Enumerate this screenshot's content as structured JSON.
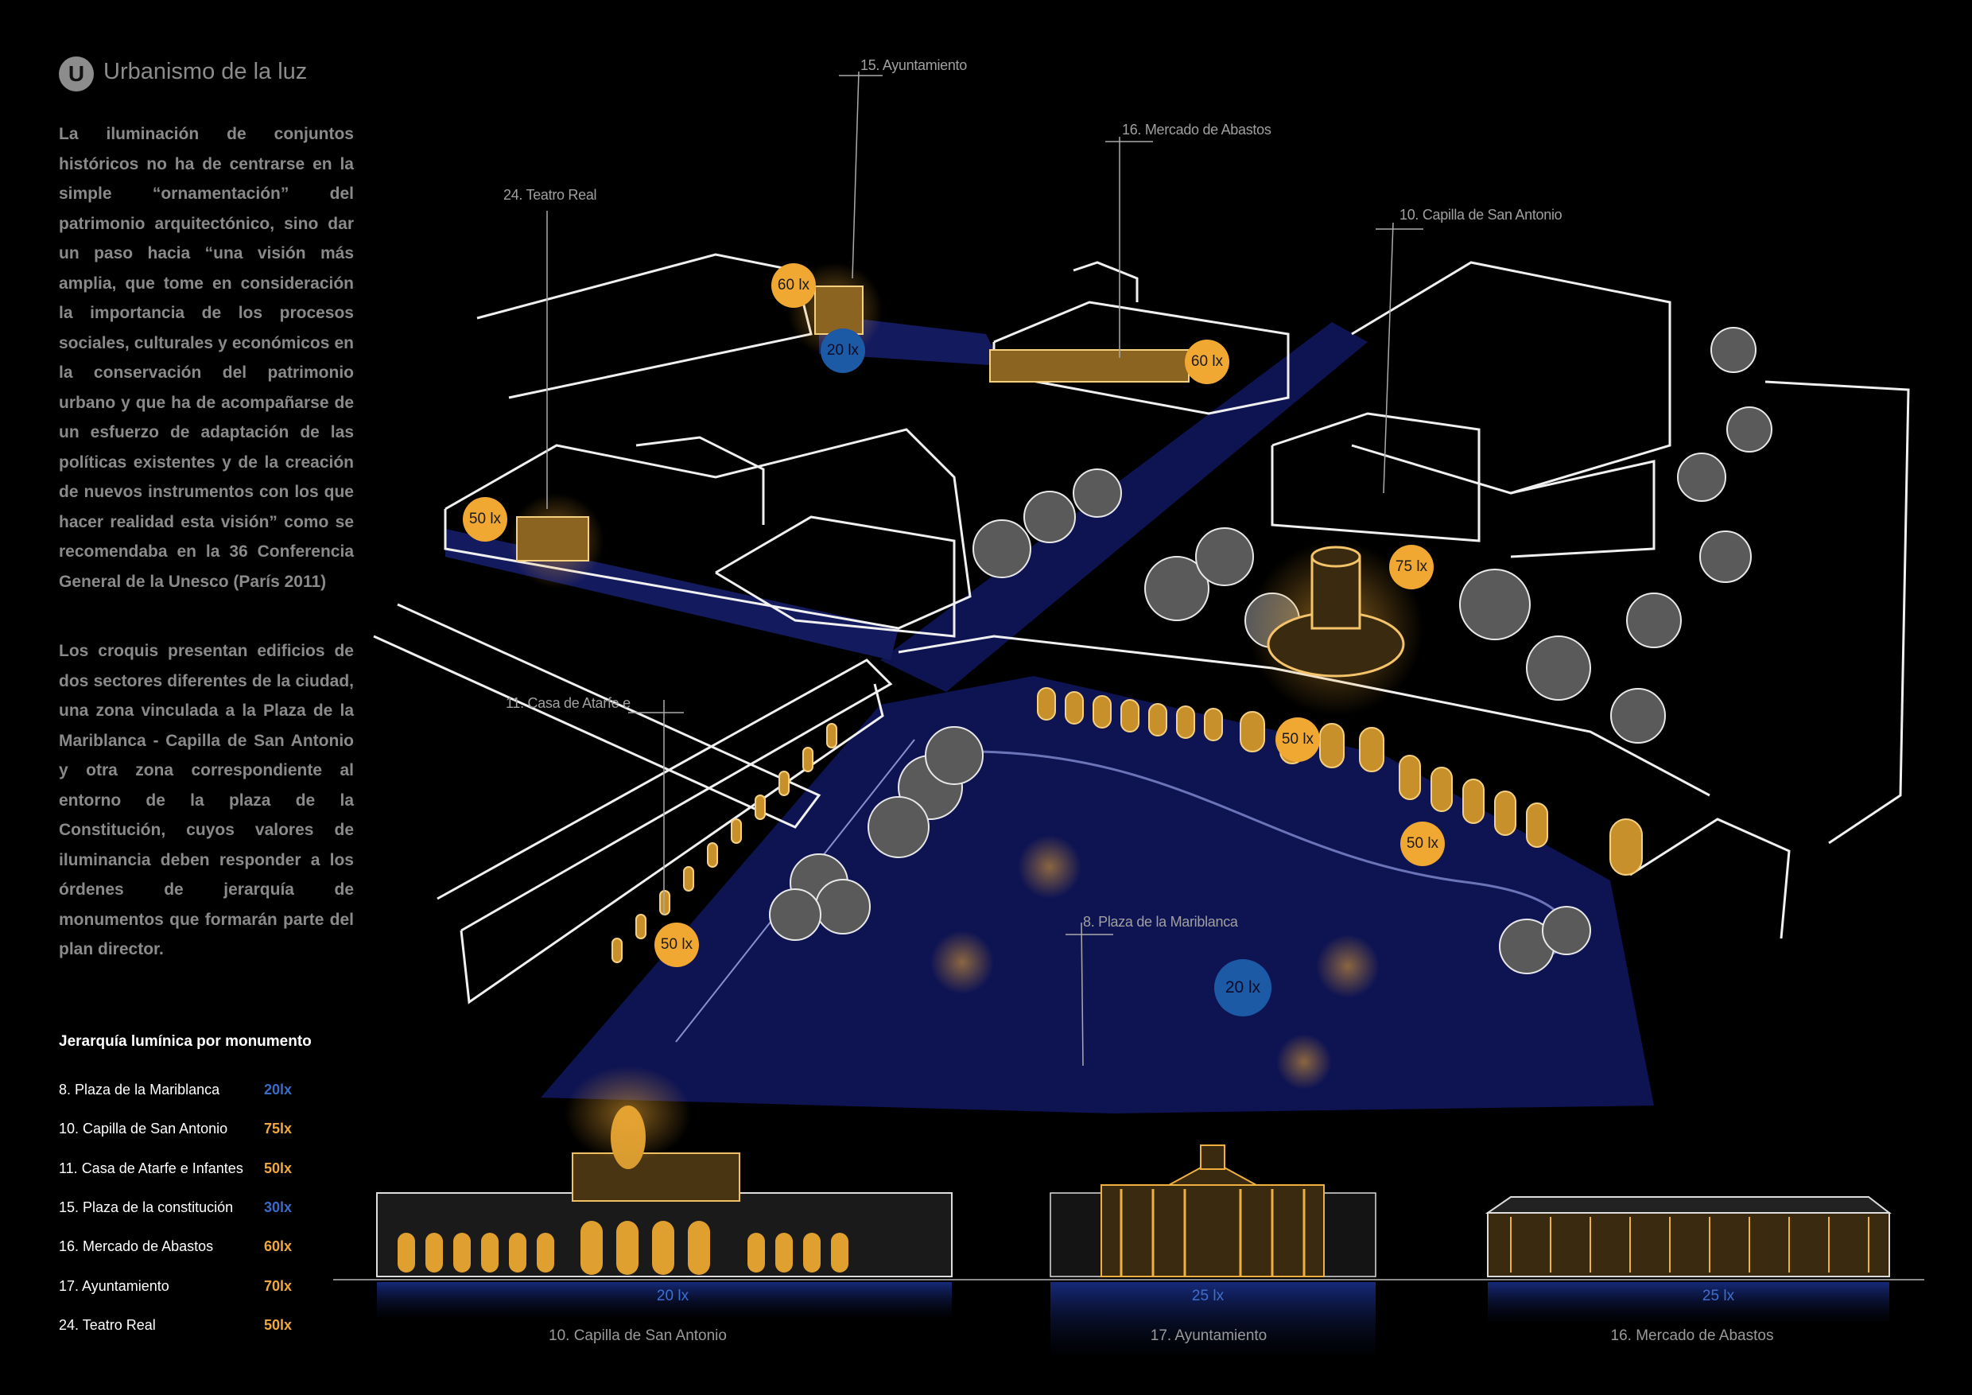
{
  "header": {
    "logo_letter": "U",
    "title": "Urbanismo de la luz"
  },
  "intro": {
    "paragraph_1": " La iluminación de conjuntos históricos no ha de centrarse en la simple “ornamentación” del patrimonio arquitectónico, sino dar un paso hacia “una visión más amplia, que tome en consideración la importancia de los procesos sociales, culturales y económicos en la conservación del patrimonio urbano y que ha de acompañarse de un esfuerzo de adaptación de las políticas existentes y de la creación de nuevos instrumentos con los que hacer realidad esta visión” como se recomendaba en la 36 Conferencia General de la Unesco (París 2011)",
    "paragraph_2": "Los croquis presentan edificios de dos sectores diferentes de la ciudad, una zona vinculada a la Plaza de la Mariblanca - Capilla de San Antonio y otra zona correspondiente al entorno de la plaza de la Constitución, cuyos valores de iluminancia deben responder a los órdenes de jerarquía de monumentos que formarán parte del plan director."
  },
  "legend": {
    "title": "Jerarquía lumínica por monumento",
    "items": [
      {
        "label": "8. Plaza de la Mariblanca",
        "value": "20lx",
        "color": "#3b6bc9"
      },
      {
        "label": "10. Capilla de San Antonio",
        "value": "75lx",
        "color": "#f2a93b"
      },
      {
        "label": "11. Casa de Atarfe e Infantes",
        "value": "50lx",
        "color": "#f2a93b"
      },
      {
        "label": "15. Plaza de la constitución",
        "value": "30lx",
        "color": "#3b6bc9"
      },
      {
        "label": "16. Mercado de Abastos",
        "value": "60lx",
        "color": "#f2a93b"
      },
      {
        "label": "17. Ayuntamiento",
        "value": "70lx",
        "color": "#f2a93b"
      },
      {
        "label": "24. Teatro Real",
        "value": "50lx",
        "color": "#f2a93b"
      }
    ]
  },
  "map": {
    "labels": {
      "ayuntamiento": "15. Ayuntamiento",
      "mercado": "16. Mercado de Abastos",
      "teatro": "24. Teatro Real",
      "capilla": "10. Capilla de San Antonio",
      "casa_atarfe": "11. Casa de Atarfe e",
      "plaza": "8. Plaza de la Mariblanca"
    },
    "badges": {
      "ayuntamiento": "60 lx",
      "plaza_constitucion": "20 lx",
      "mercado": "60 lx",
      "teatro": "50 lx",
      "capilla": "75 lx",
      "arcade_center": "50 lx",
      "arcade_right": "50 lx",
      "casa_atarfe": "50 lx",
      "plaza_mariblanca": "20 lx"
    }
  },
  "elevations": [
    {
      "caption": "10. Capilla de San Antonio",
      "lux": "20 lx"
    },
    {
      "caption": "17. Ayuntamiento",
      "lux": "25 lx"
    },
    {
      "caption": "16. Mercado de Abastos",
      "lux": "25 lx"
    }
  ],
  "colors": {
    "accent_orange": "#f0a832",
    "accent_blue": "#1c5aa6",
    "plaza_navy": "#0e1352"
  }
}
